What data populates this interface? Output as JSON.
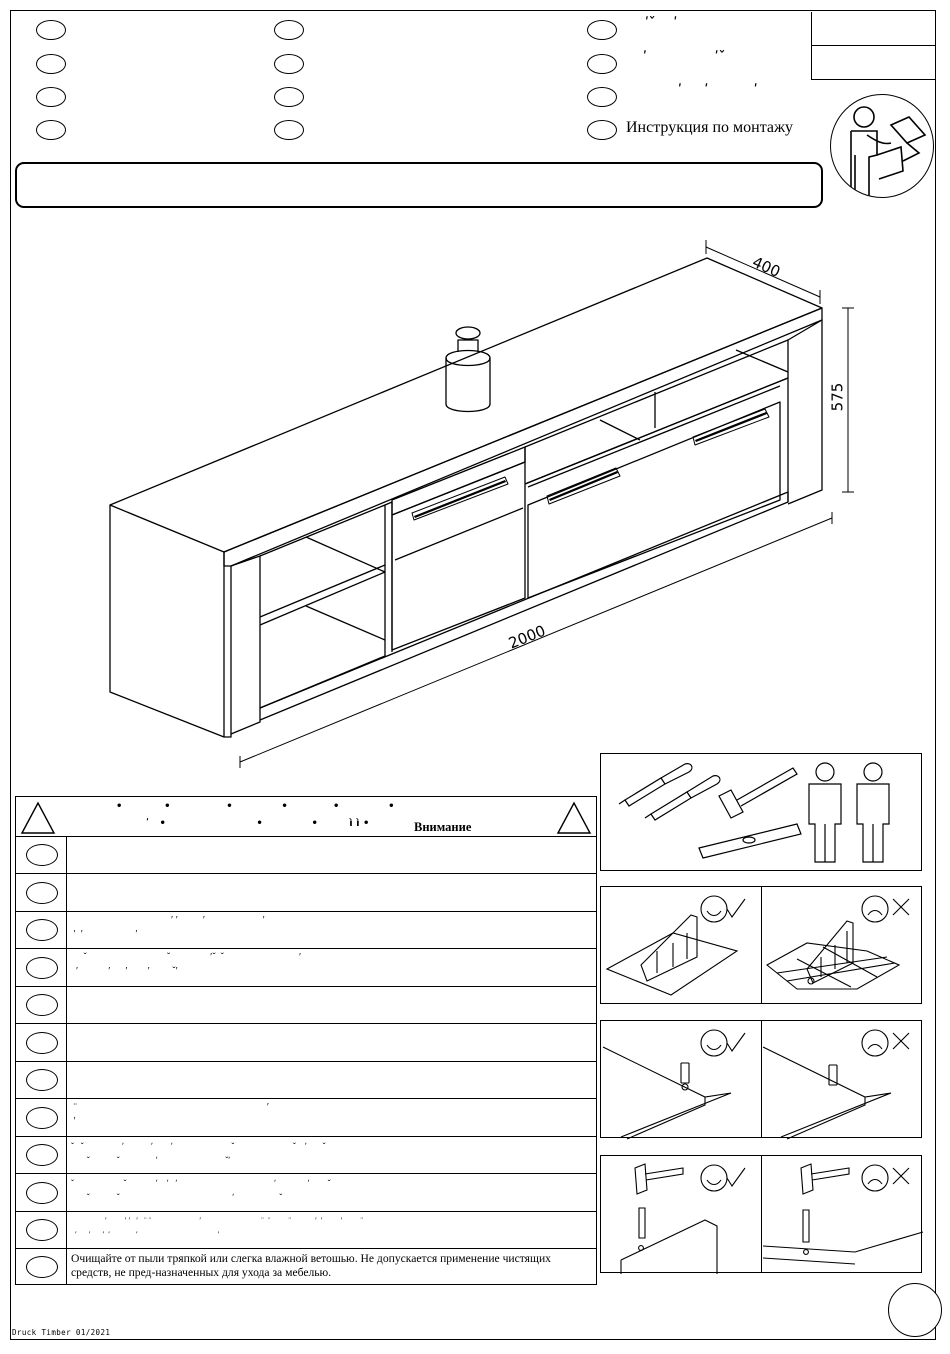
{
  "header": {
    "instruction_label": "Инструкция по монтажу",
    "lang_marks": [
      "ʹˇ    ʹ",
      "ʹ               ʹˇ",
      "ʹ     ʹ          ʹ"
    ]
  },
  "dimensions": {
    "depth": "400",
    "height": "575",
    "width": "2000"
  },
  "warning": {
    "title": "Внимание",
    "head_marks_top": "•            •                •              •             •              •",
    "head_marks_bottom": "ʹ   •                          •              •         ì ì •",
    "rows": [
      {
        "text": ""
      },
      {
        "text": ""
      },
      {
        "text": "                                        ʹ ʹ          ʹ                       ʹ\n ʹ  ʹ                     ʹ"
      },
      {
        "text": "     ˇ                                ˇ                ʹˇ  ˇ                              ʹ\n  ʹ            ʹ      ʹ        ʹ         ˇʹ"
      },
      {
        "text": ""
      },
      {
        "text": ""
      },
      {
        "text": ""
      },
      {
        "text": " ¨                                                                            ʹ\n ʹ"
      },
      {
        "text": "ˇ   ˇ                 ʹ            ʹ        ʹ                          ˇ                          ˇ    ʹ       ˇ\n       ˇ            ˇ                ʹ                              ˇʹ"
      },
      {
        "text": "ˇ                      ˇ             ʹ    ʹ   ʹ                                           ʹ              ʹ        ˇ\n       ˇ            ˇ                                                  ʹ                    ˇ"
      },
      {
        "text": "                 ʹ         ʹ ʹ   ʹ   ¨ ¨                        ʹ                              ¨  ¨         ¨            ʹ  ʹ         ʹ         ¨\n  ʹ      ʹ      ʹ  ʹ             ʹ                                        ʹ"
      },
      {
        "text": "Очищайте от пыли тряпкой или слегка влажной ветошью. Не допускается применение чистящих средств, не пред-назначенных для ухода за мебелью."
      }
    ]
  },
  "footer": {
    "print_code": "Druck Timber 01/2021"
  }
}
